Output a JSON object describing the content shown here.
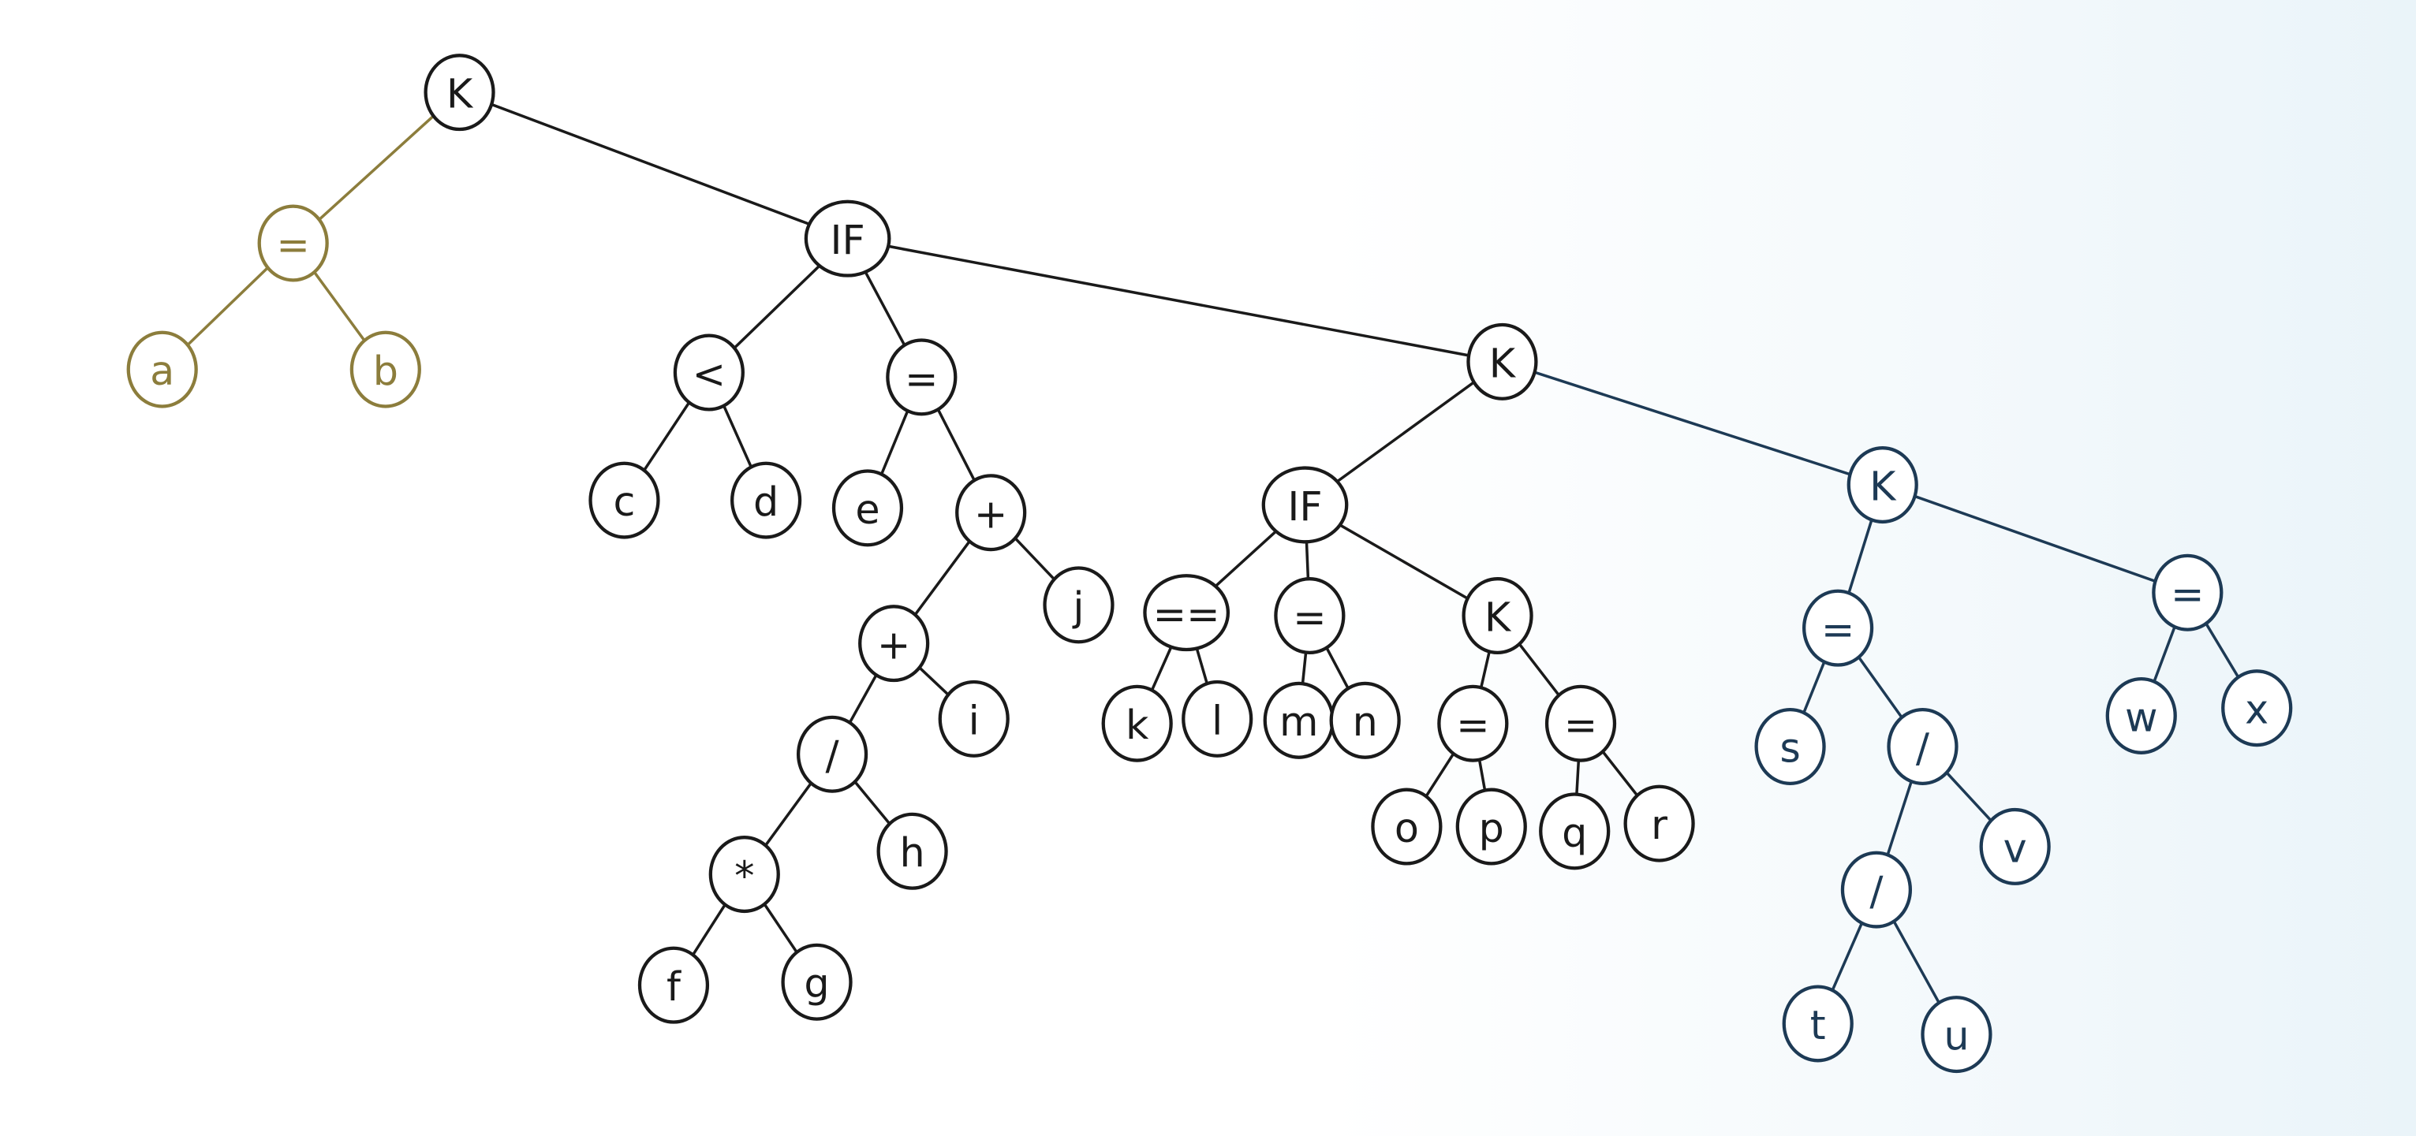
{
  "colors": {
    "gold": "#8c7d3c",
    "black": "#1a1a1a",
    "blue": "#1d3a55"
  },
  "tree": {
    "nodes": [
      {
        "id": "n1",
        "label": "K",
        "parent": null,
        "color": "black"
      },
      {
        "id": "n2",
        "label": "=",
        "parent": "n1",
        "color": "gold"
      },
      {
        "id": "n3",
        "label": "a",
        "parent": "n2",
        "color": "gold"
      },
      {
        "id": "n4",
        "label": "b",
        "parent": "n2",
        "color": "gold"
      },
      {
        "id": "n5",
        "label": "IF",
        "parent": "n1",
        "color": "black"
      },
      {
        "id": "n6",
        "label": "<",
        "parent": "n5",
        "color": "black"
      },
      {
        "id": "n7",
        "label": "c",
        "parent": "n6",
        "color": "black"
      },
      {
        "id": "n8",
        "label": "d",
        "parent": "n6",
        "color": "black"
      },
      {
        "id": "n9",
        "label": "=",
        "parent": "n5",
        "color": "black"
      },
      {
        "id": "n10",
        "label": "e",
        "parent": "n9",
        "color": "black"
      },
      {
        "id": "n11",
        "label": "+",
        "parent": "n9",
        "color": "black"
      },
      {
        "id": "n12",
        "label": "+",
        "parent": "n11",
        "color": "black"
      },
      {
        "id": "n13",
        "label": "j",
        "parent": "n11",
        "color": "black"
      },
      {
        "id": "n14",
        "label": "/",
        "parent": "n12",
        "color": "black"
      },
      {
        "id": "n15",
        "label": "i",
        "parent": "n12",
        "color": "black"
      },
      {
        "id": "n16",
        "label": "*",
        "parent": "n14",
        "color": "black"
      },
      {
        "id": "n17",
        "label": "h",
        "parent": "n14",
        "color": "black"
      },
      {
        "id": "n18",
        "label": "f",
        "parent": "n16",
        "color": "black"
      },
      {
        "id": "n19",
        "label": "g",
        "parent": "n16",
        "color": "black"
      },
      {
        "id": "n20",
        "label": "K",
        "parent": "n5",
        "color": "black"
      },
      {
        "id": "n21",
        "label": "IF",
        "parent": "n20",
        "color": "black"
      },
      {
        "id": "n22",
        "label": "==",
        "parent": "n21",
        "color": "black"
      },
      {
        "id": "n23",
        "label": "k",
        "parent": "n22",
        "color": "black"
      },
      {
        "id": "n24",
        "label": "l",
        "parent": "n22",
        "color": "black"
      },
      {
        "id": "n25",
        "label": "=",
        "parent": "n21",
        "color": "black"
      },
      {
        "id": "n26",
        "label": "m",
        "parent": "n25",
        "color": "black"
      },
      {
        "id": "n27",
        "label": "n",
        "parent": "n25",
        "color": "black"
      },
      {
        "id": "n28",
        "label": "K",
        "parent": "n21",
        "color": "black"
      },
      {
        "id": "n29",
        "label": "=",
        "parent": "n28",
        "color": "black"
      },
      {
        "id": "n30",
        "label": "o",
        "parent": "n29",
        "color": "black"
      },
      {
        "id": "n31",
        "label": "p",
        "parent": "n29",
        "color": "black"
      },
      {
        "id": "n32",
        "label": "=",
        "parent": "n28",
        "color": "black"
      },
      {
        "id": "n33",
        "label": "q",
        "parent": "n32",
        "color": "black"
      },
      {
        "id": "n34",
        "label": "r",
        "parent": "n32",
        "color": "black"
      },
      {
        "id": "n35",
        "label": "K",
        "parent": "n20",
        "color": "blue"
      },
      {
        "id": "n36",
        "label": "=",
        "parent": "n35",
        "color": "blue"
      },
      {
        "id": "n37",
        "label": "s",
        "parent": "n36",
        "color": "blue"
      },
      {
        "id": "n38",
        "label": "/",
        "parent": "n36",
        "color": "blue"
      },
      {
        "id": "n39",
        "label": "/",
        "parent": "n38",
        "color": "blue"
      },
      {
        "id": "n40",
        "label": "t",
        "parent": "n39",
        "color": "blue"
      },
      {
        "id": "n41",
        "label": "u",
        "parent": "n39",
        "color": "blue"
      },
      {
        "id": "n42",
        "label": "v",
        "parent": "n38",
        "color": "blue"
      },
      {
        "id": "n43",
        "label": "=",
        "parent": "n35",
        "color": "blue"
      },
      {
        "id": "n44",
        "label": "w",
        "parent": "n43",
        "color": "blue"
      },
      {
        "id": "n45",
        "label": "x",
        "parent": "n43",
        "color": "blue"
      }
    ]
  }
}
